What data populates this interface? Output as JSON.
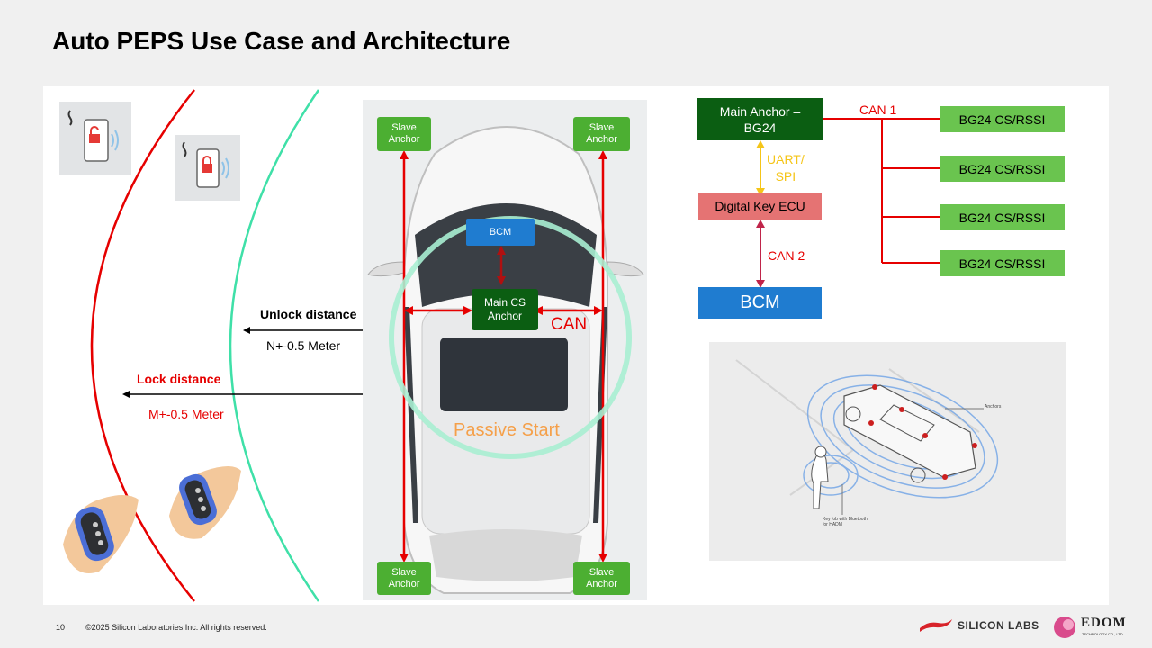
{
  "slide": {
    "title": "Auto PEPS Use Case and Architecture",
    "page_number": "10",
    "copyright": "©2025 Silicon Laboratories Inc. All rights reserved."
  },
  "left_diagram": {
    "unlock_title": "Unlock distance",
    "unlock_value": "N+-0.5 Meter",
    "lock_title": "Lock distance",
    "lock_value": "M+-0.5 Meter"
  },
  "car_diagram": {
    "slave_anchor_tl": "Slave\nAnchor",
    "slave_anchor_tr": "Slave\nAnchor",
    "slave_anchor_bl": "Slave\nAnchor",
    "slave_anchor_br": "Slave\nAnchor",
    "bcm": "BCM",
    "main_cs_anchor": "Main CS\nAnchor",
    "can_label": "CAN",
    "passive_start": "Passive Start"
  },
  "architecture": {
    "main_anchor": "Main Anchor –\nBG24",
    "uart_spi": "UART/\nSPI",
    "digital_key_ecu": "Digital Key ECU",
    "can2": "CAN 2",
    "bcm": "BCM",
    "can1": "CAN 1",
    "bg24_nodes": [
      "BG24 CS/RSSI",
      "BG24 CS/RSSI",
      "BG24 CS/RSSI",
      "BG24 CS/RSSI"
    ]
  },
  "illustration": {
    "anchors_label": "Anchors",
    "keyfob_label": "Key fob with Bluetooth\nfor HADM"
  },
  "logos": {
    "silicon_labs": "SILICON LABS",
    "edom": "EDOM",
    "edom_sub": "TECHNOLOGY CO., LTD."
  },
  "colors": {
    "red": "#e60000",
    "teal": "#3fe0a8",
    "green_box": "#4caf32",
    "dark_green": "#0b5e12",
    "blue": "#1f7cd0",
    "ecu_pink": "#e57373",
    "uart_yellow": "#f5c518",
    "passive_orange": "#f5a04a"
  }
}
